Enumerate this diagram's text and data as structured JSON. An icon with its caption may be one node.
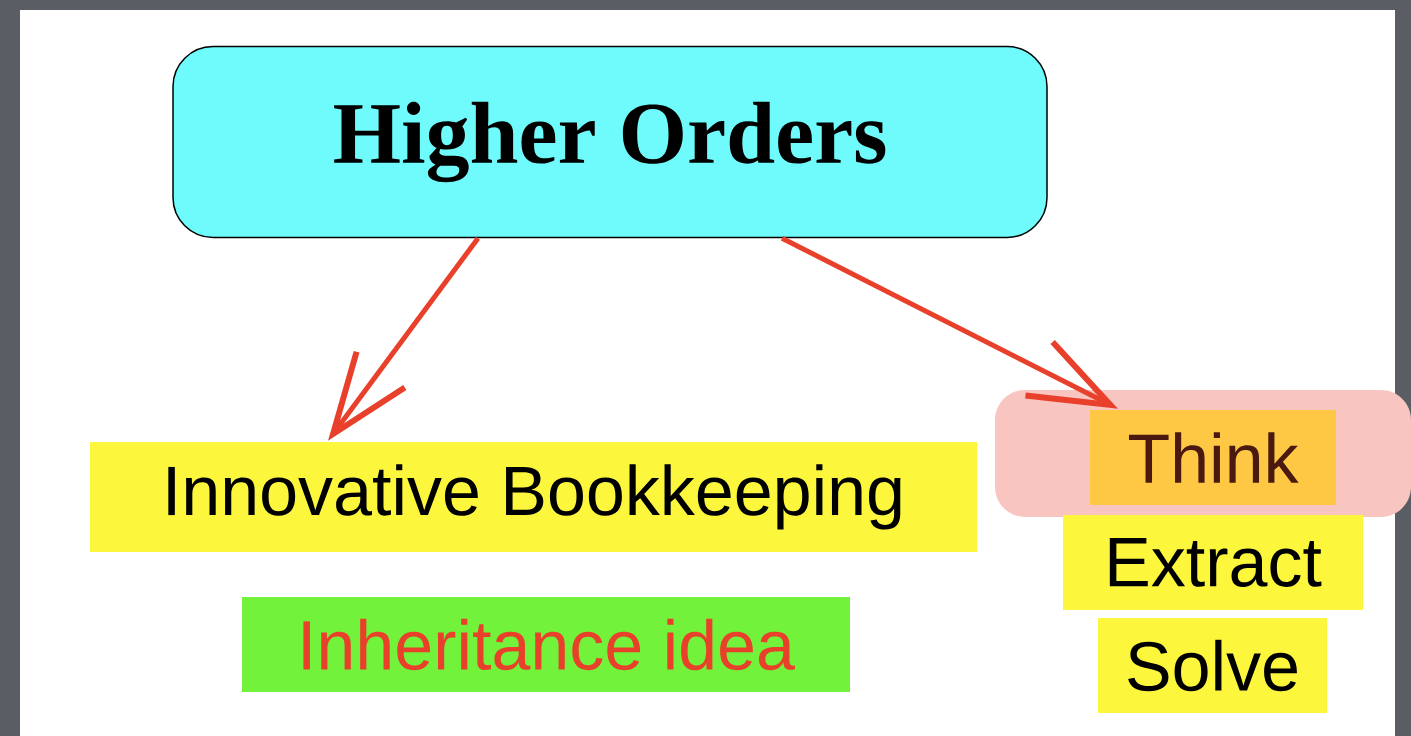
{
  "diagram": {
    "nodes": [
      {
        "text": [
          "Higher Orders"
        ]
      },
      {
        "text": [
          "Innovative Bookkeeping"
        ]
      },
      {
        "text": [
          "Inheritance idea"
        ]
      },
      {
        "text": [
          "Think"
        ]
      },
      {
        "text": [
          "Extract"
        ]
      },
      {
        "text": [
          "Solve"
        ]
      }
    ],
    "edges": [
      {
        "from": 0,
        "to": 1,
        "arrow": "to"
      },
      {
        "from": 0,
        "to": 3,
        "arrow": "to"
      }
    ]
  }
}
